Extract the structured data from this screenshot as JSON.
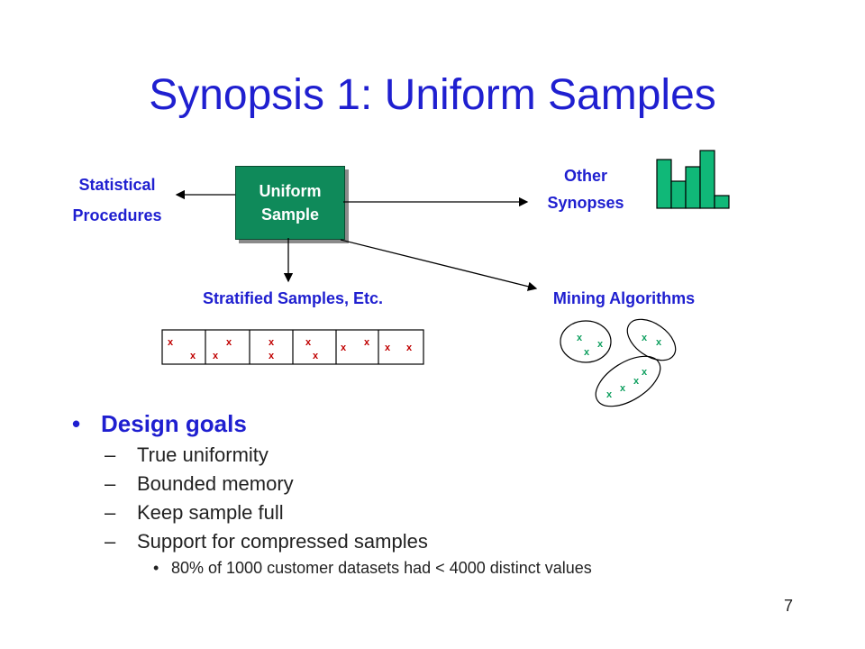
{
  "slide": {
    "title": "Synopsis 1: Uniform Samples",
    "page_number": "7"
  },
  "diagram": {
    "center_box": {
      "line1": "Uniform",
      "line2": "Sample",
      "color": "#0f8a5a"
    },
    "left": {
      "line1": "Statistical",
      "line2": "Procedures"
    },
    "right": {
      "line1": "Other",
      "line2": "Synopses"
    },
    "bottom_left": "Stratified Samples, Etc.",
    "bottom_right": "Mining Algorithms",
    "histogram_icon": "histogram-icon",
    "strip_marker": "x",
    "cluster_marker": "x",
    "label_color": "#1f1fd0",
    "strip_marker_color": "#c00000",
    "cluster_color": "#10a060"
  },
  "bullets": {
    "level1": "Design goals",
    "level2": [
      "True uniformity",
      "Bounded memory",
      "Keep sample full",
      "Support for compressed samples"
    ],
    "level3": [
      "80% of 1000 customer datasets had < 4000 distinct values"
    ]
  }
}
